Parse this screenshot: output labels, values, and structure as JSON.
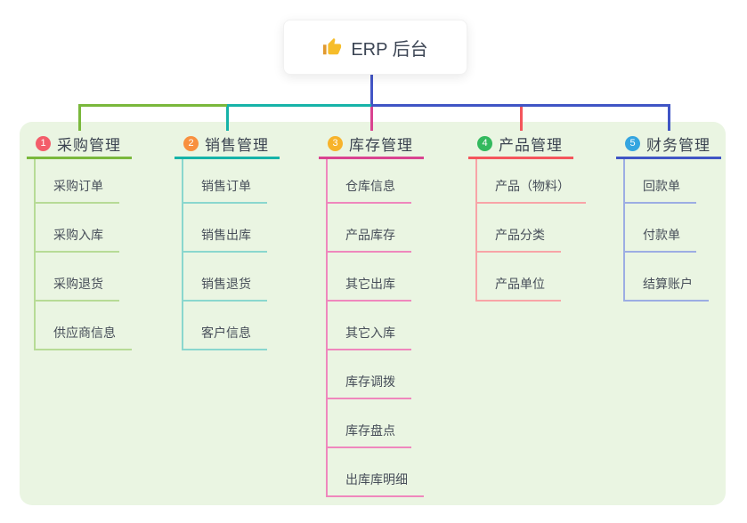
{
  "root": {
    "label": "ERP 后台",
    "icon": "thumbs-up-icon"
  },
  "colors": {
    "page_bg": "#ffffff",
    "panel_bg": "#eaf5e2",
    "root_connector": "#4356c6",
    "root_text": "#3c4554",
    "title_text": "#3b4350",
    "child_text": "#474e59",
    "icon_gold": "#f6bd2a",
    "icon_gold_dark": "#e1992f"
  },
  "branches": [
    {
      "index": "1",
      "title": "采购管理",
      "badge_color": "#f35d6a",
      "line_color": "#7ab83c",
      "child_line_color": "#b7db96",
      "children": [
        "采购订单",
        "采购入库",
        "采购退货",
        "供应商信息"
      ]
    },
    {
      "index": "2",
      "title": "销售管理",
      "badge_color": "#f8903f",
      "line_color": "#16b3a8",
      "child_line_color": "#8ad7ce",
      "children": [
        "销售订单",
        "销售出库",
        "销售退货",
        "客户信息"
      ]
    },
    {
      "index": "3",
      "title": "库存管理",
      "badge_color": "#f7b32b",
      "line_color": "#d94390",
      "child_line_color": "#ef87bd",
      "children": [
        "仓库信息",
        "产品库存",
        "其它出库",
        "其它入库",
        "库存调拨",
        "库存盘点",
        "出库库明细"
      ]
    },
    {
      "index": "4",
      "title": "产品管理",
      "badge_color": "#33b95e",
      "line_color": "#f4555c",
      "child_line_color": "#f8a4a7",
      "children": [
        "产品（物料）",
        "产品分类",
        "产品单位"
      ]
    },
    {
      "index": "5",
      "title": "财务管理",
      "badge_color": "#34a5e0",
      "line_color": "#4055c5",
      "child_line_color": "#9cade3",
      "children": [
        "回款单",
        "付款单",
        "结算账户"
      ]
    }
  ]
}
